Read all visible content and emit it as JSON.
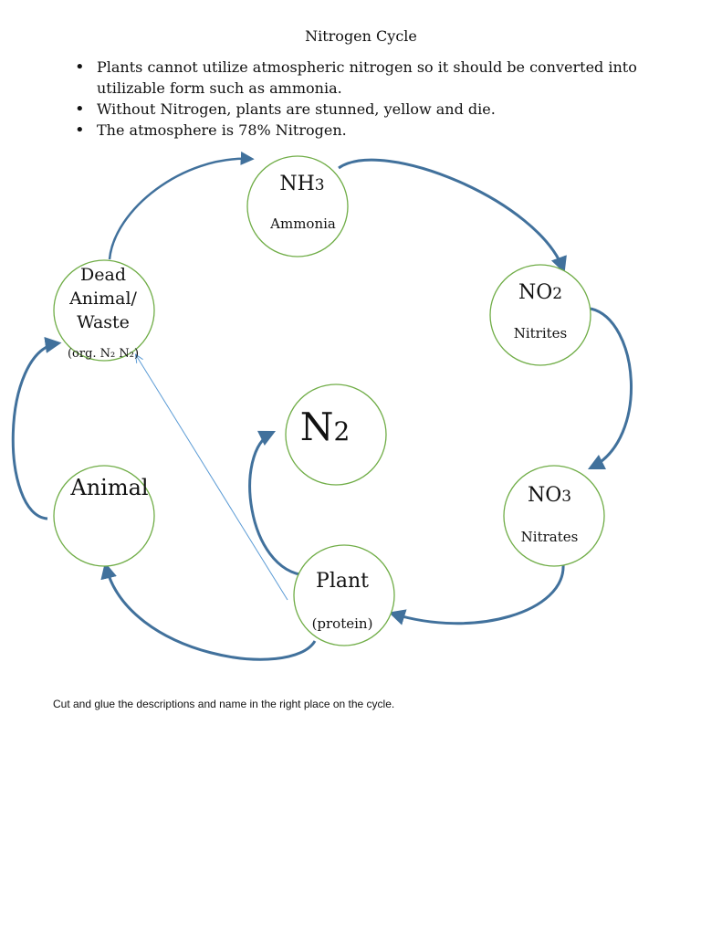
{
  "title": "Nitrogen Cycle",
  "bullets": [
    "Plants cannot utilize atmospheric nitrogen so it should be converted into utilizable form such as ammonia.",
    "Without Nitrogen, plants are stunned, yellow and die.",
    "The atmosphere is 78% Nitrogen."
  ],
  "nodes": {
    "nh3": {
      "formula": "NH",
      "sub": "3",
      "name": "Ammonia"
    },
    "no2": {
      "formula": "NO",
      "sub": "2",
      "name": "Nitrites"
    },
    "no3": {
      "formula": "NO",
      "sub": "3",
      "name": "Nitrates"
    },
    "n2": {
      "formula": "N",
      "sub": "2"
    },
    "plant": {
      "name": "Plant",
      "detail": "(protein)"
    },
    "animal": {
      "name": "Animal"
    },
    "dead": {
      "line1": "Dead",
      "line2": "Animal/",
      "line3": "Waste",
      "detail": "(org. N₂ N₂)"
    }
  },
  "colors": {
    "circle": "#70ad47",
    "arrow": "#41719c",
    "thin_arrow": "#5b9bd5"
  },
  "footer": "Cut and glue the descriptions and name in the right place on the cycle."
}
